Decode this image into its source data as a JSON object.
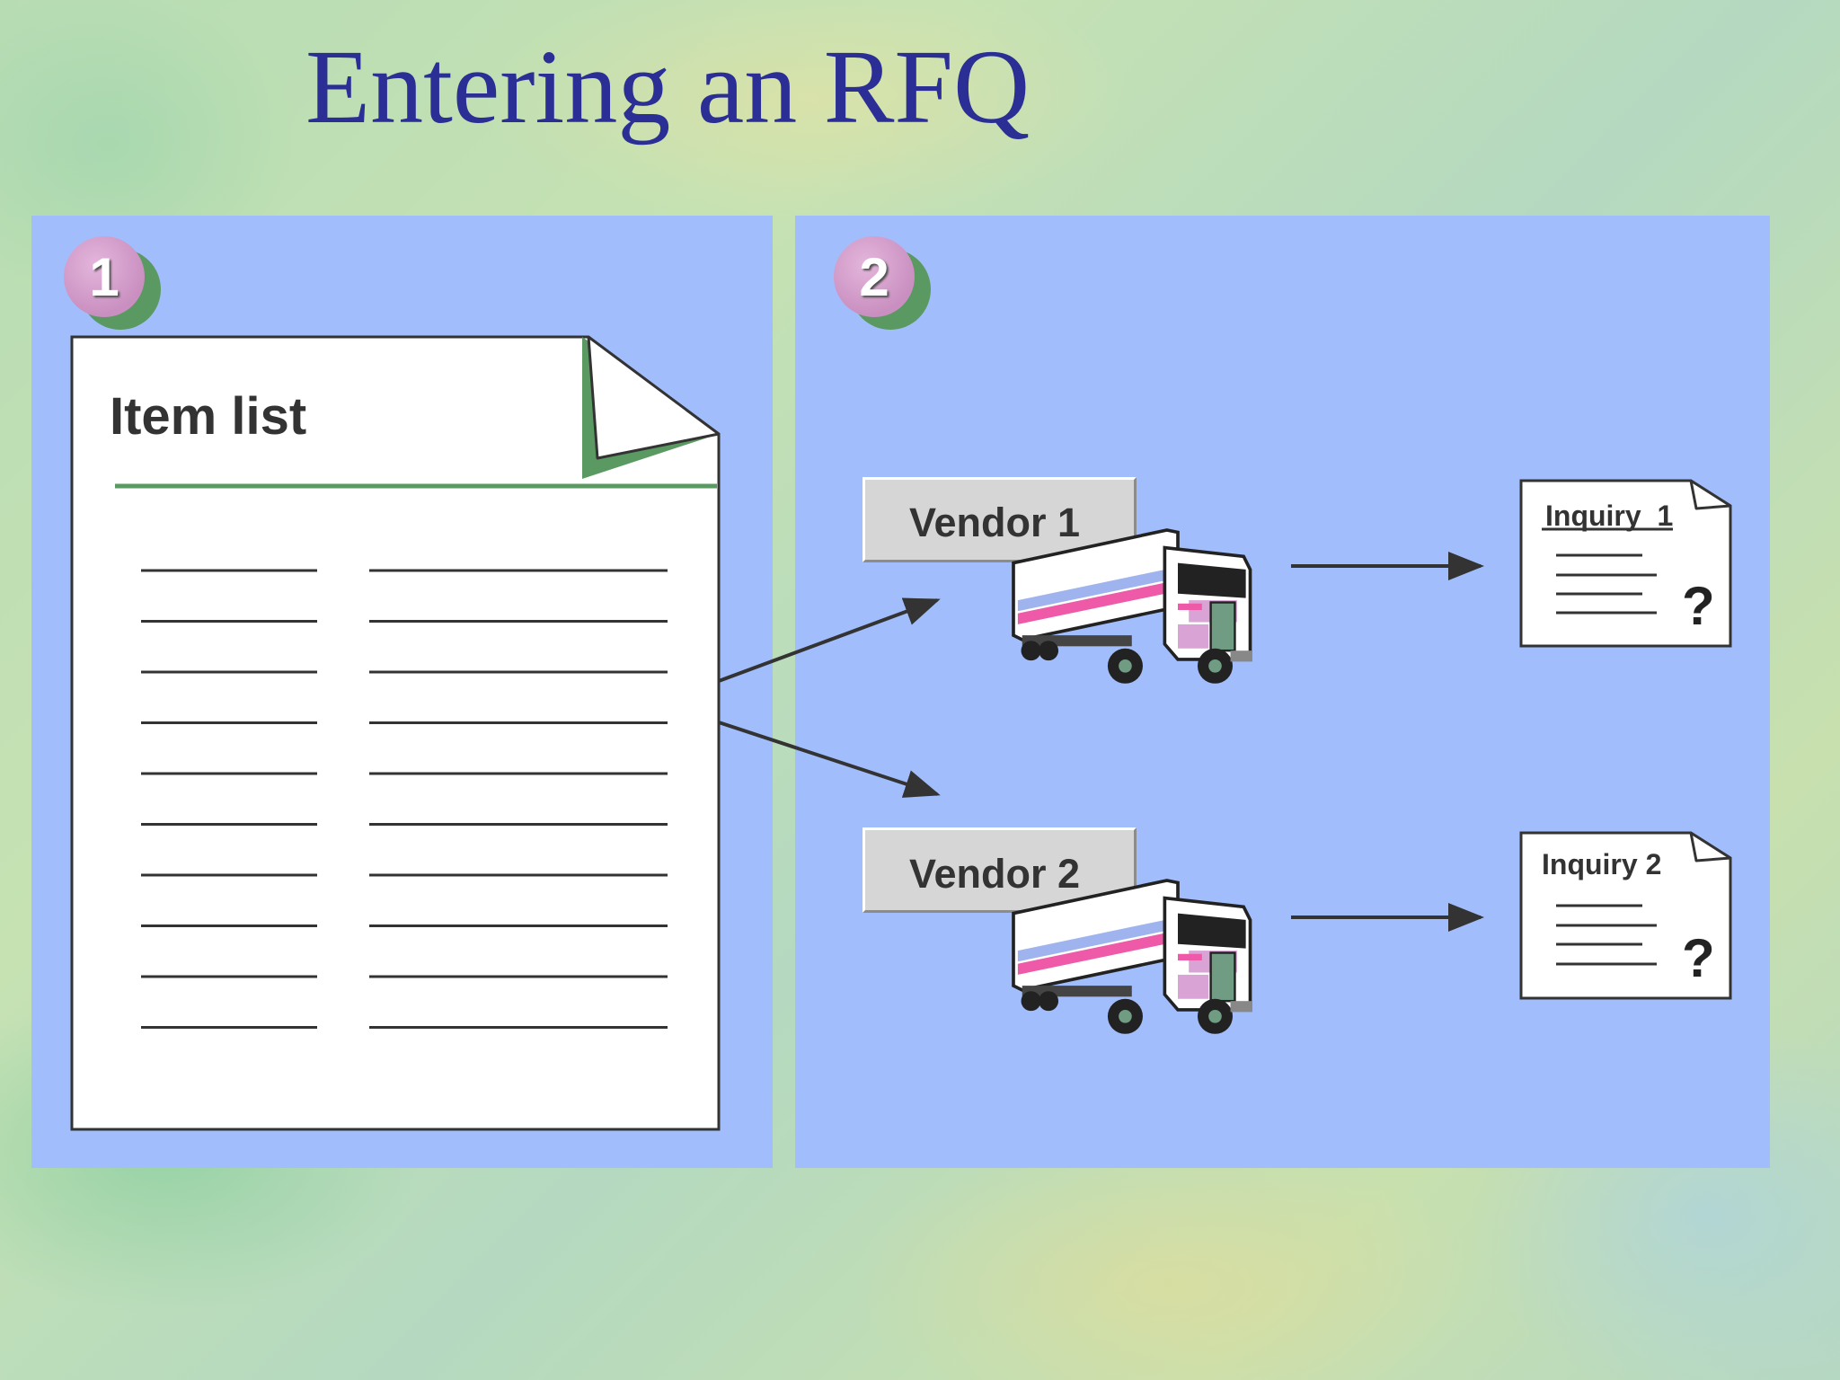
{
  "slide": {
    "title": "Entering an RFQ"
  },
  "steps": [
    {
      "number": "1"
    },
    {
      "number": "2"
    }
  ],
  "item_list": {
    "title": "Item list"
  },
  "vendors": [
    {
      "label": "Vendor 1"
    },
    {
      "label": "Vendor 2"
    }
  ],
  "inquiries": [
    {
      "label": "Inquiry  1",
      "mark": "?"
    },
    {
      "label": "Inquiry 2",
      "mark": "?"
    }
  ],
  "colors": {
    "title": "#2b2f95",
    "panel": "#a2bdfb",
    "badge": "#c98fc0",
    "badge_shadow": "#5a9a62",
    "accent_line": "#5a9a62"
  }
}
